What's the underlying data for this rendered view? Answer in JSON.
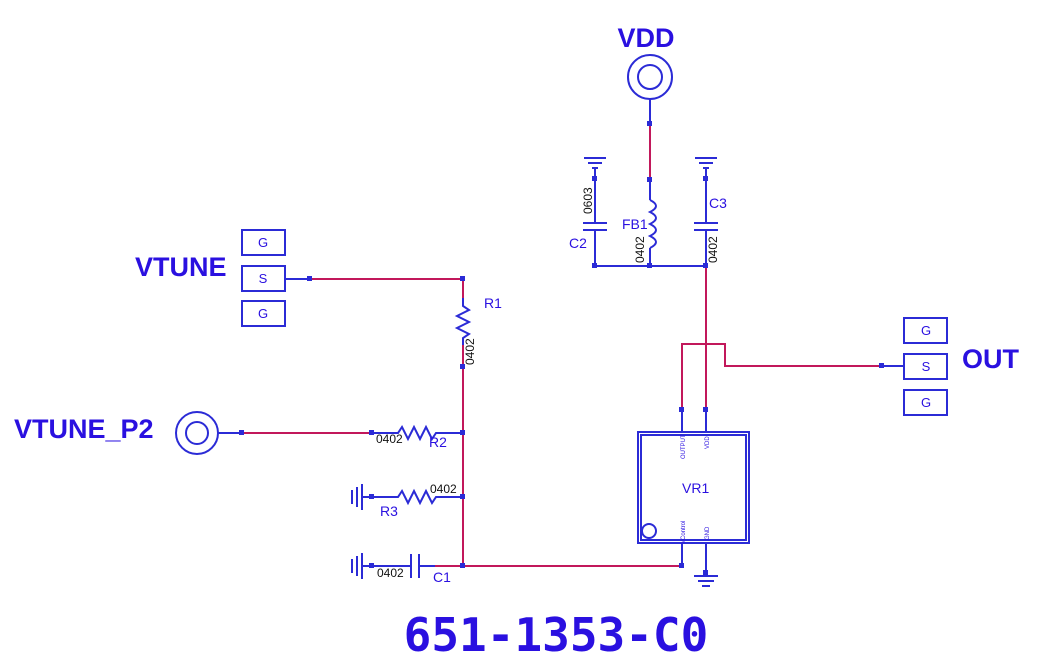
{
  "ports": {
    "vdd": "VDD",
    "vtune": "VTUNE",
    "vtune_p2": "VTUNE_P2",
    "out": "OUT"
  },
  "gsg": {
    "g": "G",
    "s": "S"
  },
  "components": {
    "r1": {
      "ref": "R1",
      "pkg": "0402"
    },
    "r2": {
      "ref": "R2",
      "pkg": "0402"
    },
    "r3": {
      "ref": "R3",
      "pkg": "0402"
    },
    "c1": {
      "ref": "C1",
      "pkg": "0402"
    },
    "c2": {
      "ref": "C2",
      "pkg": "0603"
    },
    "c3": {
      "ref": "C3",
      "pkg": "0402"
    },
    "fb1": {
      "ref": "FB1",
      "pkg": "0402"
    },
    "vr1": {
      "ref": "VR1",
      "pins": {
        "output": "OUTPUT",
        "vdd": "VDD",
        "vcontrol": "VControl",
        "gnd": "GND"
      }
    }
  },
  "part_number": "651-1353-C0"
}
